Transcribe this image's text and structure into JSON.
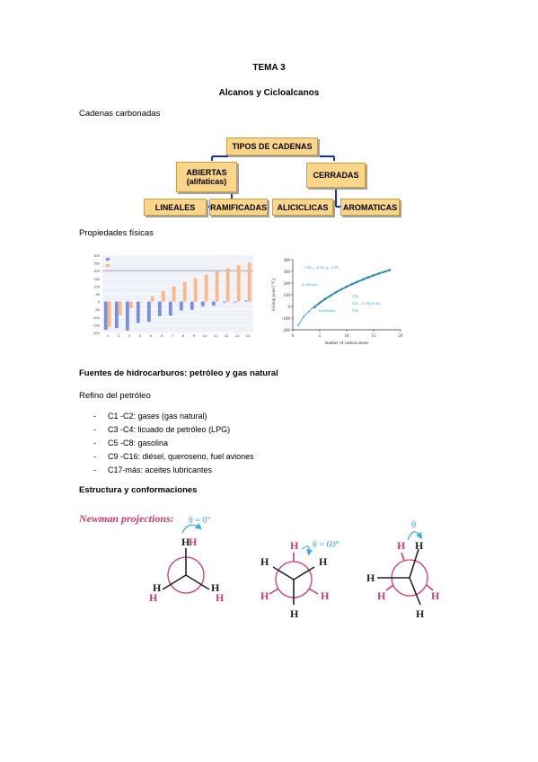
{
  "header": {
    "title": "TEMA 3",
    "subtitle": "Alcanos y Cicloalcanos"
  },
  "sections": {
    "cadenas": "Cadenas carbonadas",
    "propiedades": "Propiedades físicas",
    "fuentes": "Fuentes de hidrocarburos: petróleo y gas natural",
    "refino": "Refino del petróleo",
    "estructura": "Estructura y conformaciones"
  },
  "diagram": {
    "root": "TIPOS DE CADENAS",
    "abiertas": "ABIERTAS",
    "abiertas_sub": "(alifaticas)",
    "cerradas": "CERRADAS",
    "lineales": "LINEALES",
    "ramificadas": "RAMIFICADAS",
    "aliciclicas": "ALICICLICAS",
    "aromaticas": "AROMATICAS"
  },
  "refino_items": [
    "C1 -C2: gases (gas natural)",
    "C3 -C4: licuado de petróleo (LPG)",
    "C5 -C8: gasolina",
    "C9 -C16: diésel, queroseno, fuel aviones",
    "C17-más: aceites lubricantes"
  ],
  "chart_data": [
    {
      "type": "bar",
      "categories": [
        "1",
        "2",
        "3",
        "4",
        "5",
        "6",
        "7",
        "8",
        "9",
        "10",
        "11",
        "12",
        "13",
        "14"
      ],
      "series": [
        {
          "name": "",
          "values": [
            -182,
            -172,
            -187,
            -138,
            -130,
            -95,
            -91,
            -57,
            -53,
            -30,
            -26,
            -6,
            -5,
            6
          ],
          "color": "#7b8fd6"
        },
        {
          "name": "",
          "values": [
            -164,
            -89,
            -42,
            0,
            36,
            69,
            98,
            126,
            151,
            174,
            196,
            216,
            235,
            254
          ],
          "color": "#f7b98b"
        }
      ],
      "ylim": [
        -200,
        300
      ],
      "yticks": [
        "300",
        "250",
        "200",
        "150",
        "100",
        "50",
        "0",
        "-50",
        "-100",
        "-150",
        "-200"
      ],
      "ref_line": 200
    },
    {
      "type": "line",
      "ylabel": "boiling point (°C)",
      "xlabel": "number of carbon atoms",
      "xlim": [
        0,
        20
      ],
      "ylim": [
        -200,
        400
      ],
      "xticks": [
        "0",
        "5",
        "10",
        "15",
        "20"
      ],
      "yticks": [
        "400",
        "300",
        "200",
        "100",
        "0",
        "-100",
        "-200"
      ],
      "series": [
        {
          "name": "n-alkanes",
          "x": [
            1,
            2,
            3,
            4,
            5,
            6,
            7,
            8,
            9,
            10,
            11,
            12,
            13,
            14,
            15,
            16,
            17,
            18
          ],
          "y": [
            -162,
            -89,
            -42,
            0,
            36,
            69,
            98,
            126,
            151,
            174,
            196,
            216,
            235,
            254,
            271,
            287,
            302,
            316
          ]
        },
        {
          "name": "isoalkanes",
          "x": [
            4,
            5,
            6,
            7,
            8,
            9,
            10,
            11,
            12,
            13,
            14,
            15,
            16,
            17,
            18
          ],
          "y": [
            -12,
            28,
            60,
            90,
            118,
            143,
            166,
            188,
            208,
            227,
            246,
            263,
            279,
            294,
            308
          ]
        }
      ],
      "annotations": {
        "top_formula": "CH₃—(CH₂)ₙ—CH₃",
        "n_label": "n-alkanes",
        "iso_label": "isoalkanes",
        "iso_formula_top": "CH₃",
        "iso_formula_mid": "CH—(CH₂)ₙCH₃",
        "iso_formula_bot": "CH₃"
      }
    }
  ],
  "newman": {
    "title": "Newman projections:",
    "theta0": "θ = 0°",
    "theta60": "θ = 60°",
    "theta": "θ",
    "h": "H"
  }
}
